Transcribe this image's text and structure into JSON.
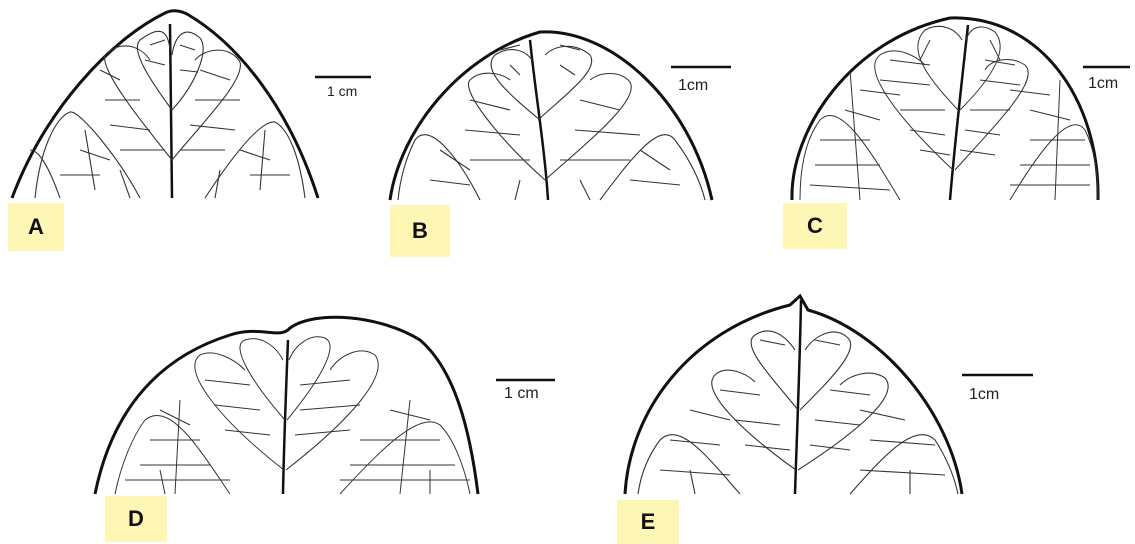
{
  "panels": [
    {
      "label": "A",
      "scale_label": "1 cm"
    },
    {
      "label": "B",
      "scale_label": "1cm"
    },
    {
      "label": "C",
      "scale_label": "1cm"
    },
    {
      "label": "D",
      "scale_label": "1 cm"
    },
    {
      "label": "E",
      "scale_label": "1cm"
    }
  ],
  "colors": {
    "label_background": "#fdf6b4",
    "outline": "#111111",
    "vein": "#333333"
  }
}
